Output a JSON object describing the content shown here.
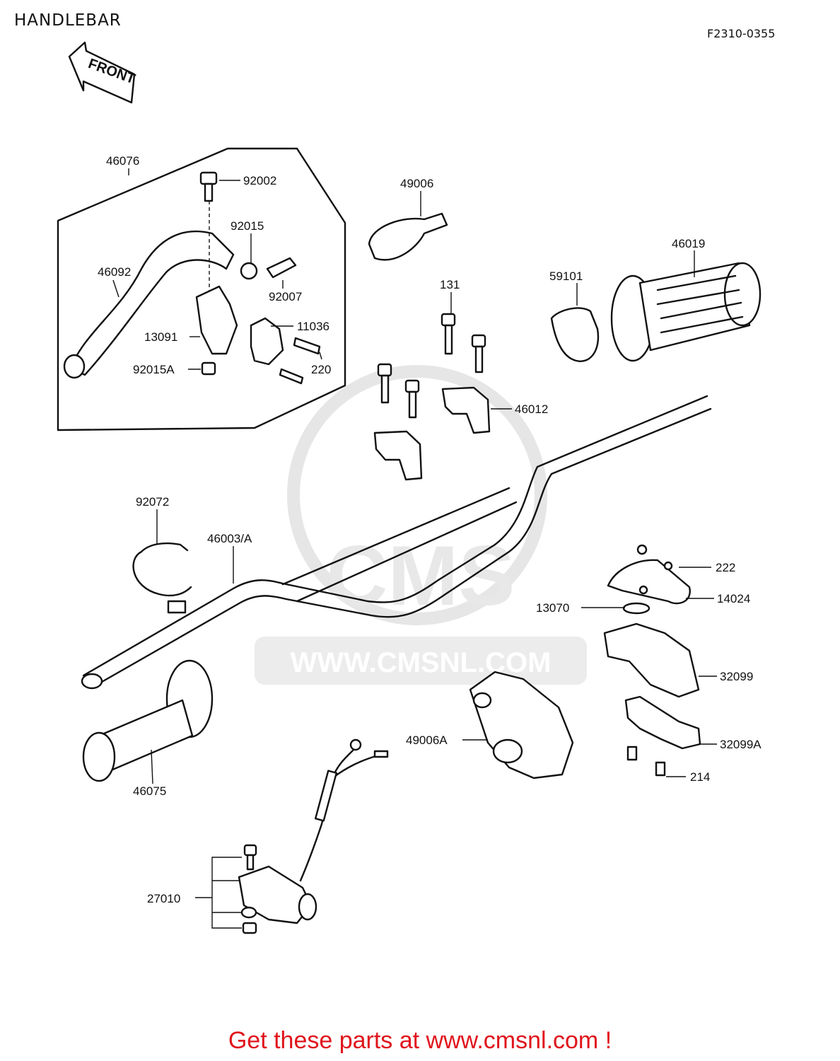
{
  "header": {
    "title": "HANDLEBAR",
    "diagram_code": "F2310-0355"
  },
  "front_arrow": {
    "label": "FRONT"
  },
  "watermark": {
    "brand": "CMS",
    "url": "WWW.CMSNL.COM"
  },
  "parts": {
    "p46076": "46076",
    "p92002": "92002",
    "p92015": "92015",
    "p46092": "46092",
    "p92007": "92007",
    "p13091": "13091",
    "p11036": "11036",
    "p92015A": "92015A",
    "p220": "220",
    "p49006": "49006",
    "p131": "131",
    "p59101": "59101",
    "p46019": "46019",
    "p46012": "46012",
    "p92072": "92072",
    "p46003A": "46003/A",
    "p222": "222",
    "p14024": "14024",
    "p13070": "13070",
    "p32099": "32099",
    "p49006A": "49006A",
    "p32099A": "32099A",
    "p214": "214",
    "p46075": "46075",
    "p27010": "27010"
  },
  "footer": {
    "text": "Get these parts at www.cmsnl.com !"
  }
}
